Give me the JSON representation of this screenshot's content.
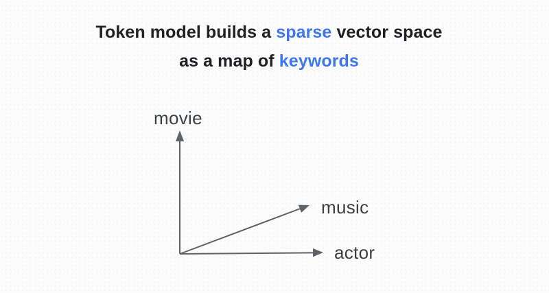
{
  "title": {
    "line1_pre": "Token model builds a ",
    "line1_highlight": "sparse",
    "line1_post": " vector space",
    "line2_pre": "as a map of ",
    "line2_highlight": "keywords"
  },
  "diagram": {
    "type": "vector-space-sketch",
    "labels": {
      "movie": "movie",
      "music": "music",
      "actor": "actor"
    },
    "arrows": [
      {
        "name": "movie-axis",
        "direction": "up"
      },
      {
        "name": "music-vector",
        "direction": "up-right"
      },
      {
        "name": "actor-axis",
        "direction": "right"
      }
    ]
  },
  "colors": {
    "background": "#fcfcfc",
    "title_text": "#202124",
    "highlight": "#3c78eb",
    "arrow": "#5f6368",
    "axis_label": "#3c4043"
  }
}
